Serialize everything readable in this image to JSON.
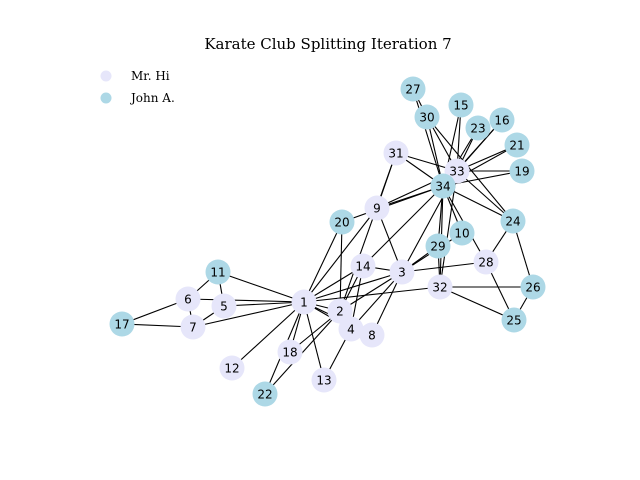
{
  "title": "Karate Club Splitting Iteration 7",
  "legend": [
    {
      "label": "Mr. Hi",
      "group": "hi"
    },
    {
      "label": "John A.",
      "group": "john"
    }
  ],
  "colors": {
    "hi": "#e6e6fa",
    "john": "#add8e6"
  },
  "nodes": [
    {
      "id": "1",
      "group": "hi"
    },
    {
      "id": "2",
      "group": "hi"
    },
    {
      "id": "3",
      "group": "hi"
    },
    {
      "id": "4",
      "group": "hi"
    },
    {
      "id": "5",
      "group": "hi"
    },
    {
      "id": "6",
      "group": "hi"
    },
    {
      "id": "7",
      "group": "hi"
    },
    {
      "id": "8",
      "group": "hi"
    },
    {
      "id": "9",
      "group": "hi"
    },
    {
      "id": "10",
      "group": "john"
    },
    {
      "id": "11",
      "group": "john"
    },
    {
      "id": "12",
      "group": "hi"
    },
    {
      "id": "13",
      "group": "hi"
    },
    {
      "id": "14",
      "group": "hi"
    },
    {
      "id": "15",
      "group": "john"
    },
    {
      "id": "16",
      "group": "john"
    },
    {
      "id": "17",
      "group": "john"
    },
    {
      "id": "18",
      "group": "hi"
    },
    {
      "id": "19",
      "group": "john"
    },
    {
      "id": "20",
      "group": "john"
    },
    {
      "id": "21",
      "group": "john"
    },
    {
      "id": "22",
      "group": "john"
    },
    {
      "id": "23",
      "group": "john"
    },
    {
      "id": "24",
      "group": "john"
    },
    {
      "id": "25",
      "group": "john"
    },
    {
      "id": "26",
      "group": "john"
    },
    {
      "id": "27",
      "group": "john"
    },
    {
      "id": "28",
      "group": "hi"
    },
    {
      "id": "29",
      "group": "john"
    },
    {
      "id": "30",
      "group": "john"
    },
    {
      "id": "31",
      "group": "hi"
    },
    {
      "id": "32",
      "group": "hi"
    },
    {
      "id": "33",
      "group": "hi"
    },
    {
      "id": "34",
      "group": "john"
    }
  ],
  "edges": [
    [
      "1",
      "2"
    ],
    [
      "1",
      "3"
    ],
    [
      "1",
      "4"
    ],
    [
      "1",
      "5"
    ],
    [
      "1",
      "6"
    ],
    [
      "1",
      "7"
    ],
    [
      "1",
      "8"
    ],
    [
      "1",
      "9"
    ],
    [
      "1",
      "11"
    ],
    [
      "1",
      "12"
    ],
    [
      "1",
      "13"
    ],
    [
      "1",
      "14"
    ],
    [
      "1",
      "18"
    ],
    [
      "1",
      "20"
    ],
    [
      "1",
      "22"
    ],
    [
      "1",
      "32"
    ],
    [
      "2",
      "3"
    ],
    [
      "2",
      "4"
    ],
    [
      "2",
      "8"
    ],
    [
      "2",
      "14"
    ],
    [
      "2",
      "18"
    ],
    [
      "2",
      "20"
    ],
    [
      "2",
      "22"
    ],
    [
      "2",
      "31"
    ],
    [
      "3",
      "4"
    ],
    [
      "3",
      "8"
    ],
    [
      "3",
      "9"
    ],
    [
      "3",
      "10"
    ],
    [
      "3",
      "14"
    ],
    [
      "3",
      "28"
    ],
    [
      "3",
      "29"
    ],
    [
      "3",
      "33"
    ],
    [
      "4",
      "8"
    ],
    [
      "4",
      "13"
    ],
    [
      "4",
      "14"
    ],
    [
      "5",
      "7"
    ],
    [
      "5",
      "11"
    ],
    [
      "6",
      "7"
    ],
    [
      "6",
      "11"
    ],
    [
      "6",
      "17"
    ],
    [
      "7",
      "17"
    ],
    [
      "9",
      "31"
    ],
    [
      "9",
      "33"
    ],
    [
      "9",
      "34"
    ],
    [
      "10",
      "34"
    ],
    [
      "14",
      "34"
    ],
    [
      "15",
      "33"
    ],
    [
      "15",
      "34"
    ],
    [
      "16",
      "33"
    ],
    [
      "16",
      "34"
    ],
    [
      "19",
      "33"
    ],
    [
      "19",
      "34"
    ],
    [
      "20",
      "34"
    ],
    [
      "21",
      "33"
    ],
    [
      "21",
      "34"
    ],
    [
      "23",
      "33"
    ],
    [
      "23",
      "34"
    ],
    [
      "24",
      "26"
    ],
    [
      "24",
      "28"
    ],
    [
      "24",
      "30"
    ],
    [
      "24",
      "33"
    ],
    [
      "24",
      "34"
    ],
    [
      "25",
      "26"
    ],
    [
      "25",
      "28"
    ],
    [
      "25",
      "32"
    ],
    [
      "26",
      "32"
    ],
    [
      "27",
      "30"
    ],
    [
      "27",
      "34"
    ],
    [
      "28",
      "34"
    ],
    [
      "29",
      "32"
    ],
    [
      "29",
      "34"
    ],
    [
      "30",
      "33"
    ],
    [
      "30",
      "34"
    ],
    [
      "31",
      "33"
    ],
    [
      "31",
      "34"
    ],
    [
      "32",
      "33"
    ],
    [
      "32",
      "34"
    ],
    [
      "33",
      "34"
    ]
  ]
}
